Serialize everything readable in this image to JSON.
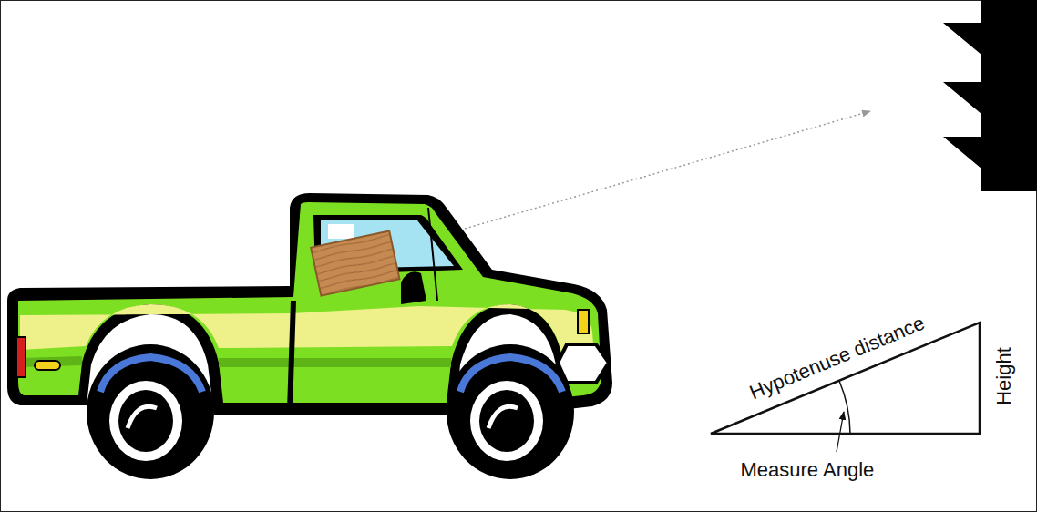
{
  "diagram": {
    "labels": [
      "Hypotenuse distance",
      "Height",
      "Measure Angle"
    ]
  }
}
